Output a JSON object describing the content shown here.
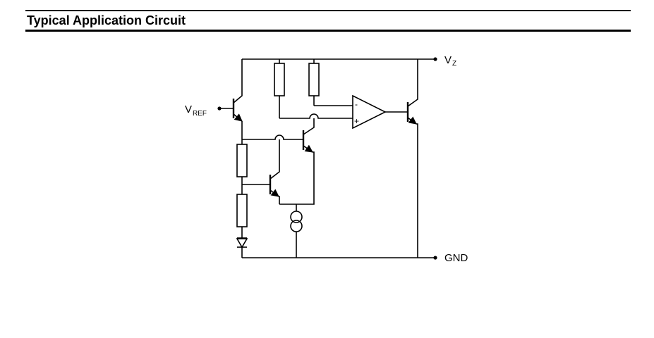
{
  "section": {
    "title": "Typical Application Circuit"
  },
  "labels": {
    "vref_main": "V",
    "vref_sub": "REF",
    "vz_main": "V",
    "vz_sub": "Z",
    "gnd": "GND",
    "opamp_minus": "-",
    "opamp_plus": "+"
  }
}
